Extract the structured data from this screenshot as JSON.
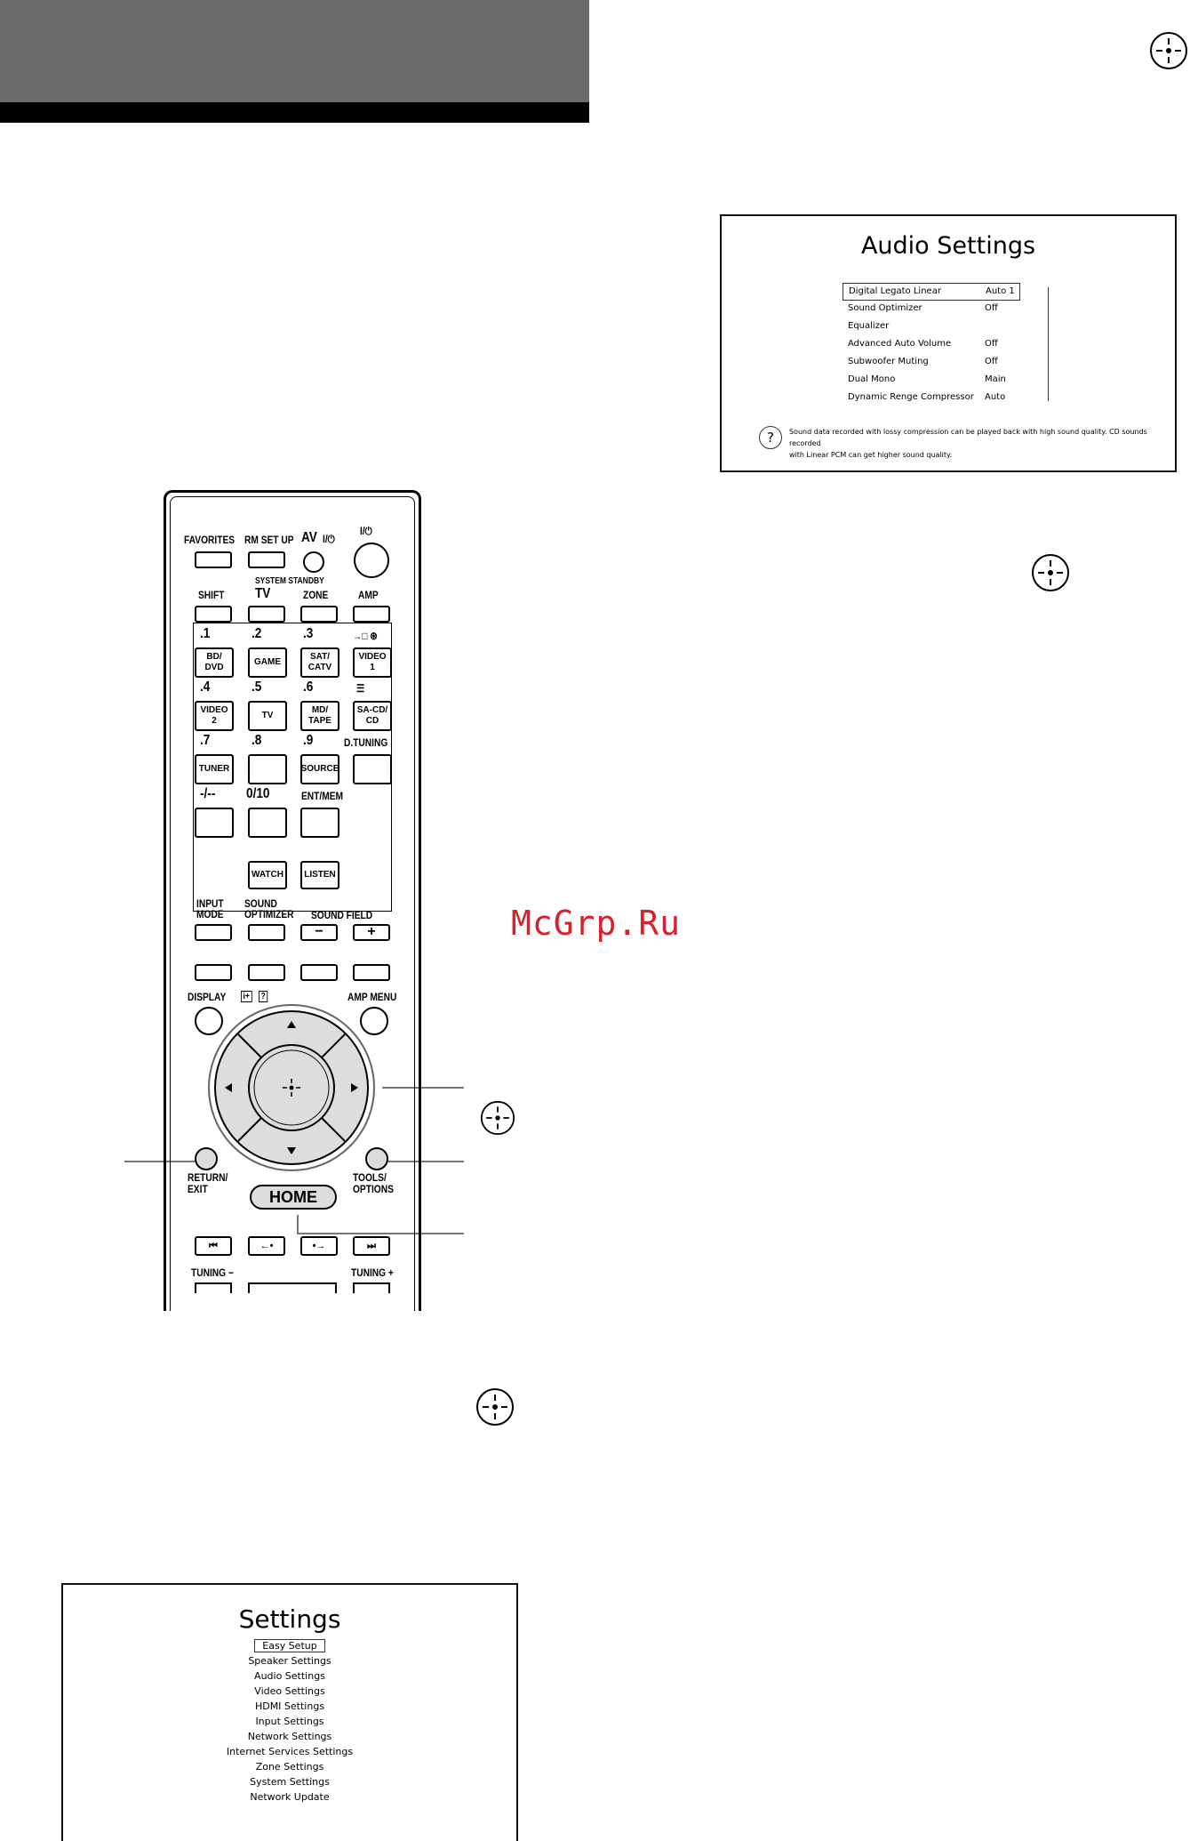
{
  "audio_settings": {
    "title": "Audio Settings",
    "items": [
      {
        "label": "Digital Legato Linear",
        "value": "Auto 1"
      },
      {
        "label": "Sound Optimizer",
        "value": "Off"
      },
      {
        "label": "Equalizer",
        "value": ""
      },
      {
        "label": "Advanced Auto Volume",
        "value": "Off"
      },
      {
        "label": "Subwoofer Muting",
        "value": "Off"
      },
      {
        "label": "Dual Mono",
        "value": "Main"
      },
      {
        "label": "Dynamic Renge Compressor",
        "value": "Auto"
      }
    ],
    "help_icon": "?",
    "help_line1": "Sound data recorded with lossy compression can be played back with high sound quality. CD sounds recorded",
    "help_line2": "with Linear PCM can get higher sound quality."
  },
  "settings_menu": {
    "title": "Settings",
    "items": [
      "Easy Setup",
      "Speaker Settings",
      "Audio Settings",
      "Video Settings",
      "HDMI Settings",
      "Input Settings",
      "Network Settings",
      "Internet Services Settings",
      "Zone Settings",
      "System Settings",
      "Network Update"
    ]
  },
  "watermark": "McGrp.Ru",
  "remote": {
    "favorites": "FAVORITES",
    "rm_set_up": "RM SET UP",
    "av": "AV",
    "av_power": "I/⏻",
    "power": "I/⏻",
    "system_standby": "SYSTEM STANDBY",
    "shift": "SHIFT",
    "tv": "TV",
    "zone": "ZONE",
    "amp": "AMP",
    "num1": ".1",
    "num2": ".2",
    "num3": ".3",
    "num4": ".4",
    "num5": ".5",
    "num6": ".6",
    "num7": ".7",
    "num8": ".8",
    "num9": ".9",
    "input_icons": "→□ ⊛",
    "guide_icon": "☰",
    "bd_dvd": "BD/\nDVD",
    "game": "GAME",
    "sat_catv": "SAT/\nCATV",
    "video1": "VIDEO\n1",
    "video2": "VIDEO\n2",
    "tv_btn": "TV",
    "md_tape": "MD/\nTAPE",
    "sa_cd": "SA-CD/\nCD",
    "tuner": "TUNER",
    "source": "SOURCE",
    "d_tuning": "D.TUNING",
    "dash": "-/--",
    "zero10": "0/10",
    "ent_mem": "ENT/MEM",
    "watch": "WATCH",
    "listen": "LISTEN",
    "input_mode": "INPUT\nMODE",
    "sound_optimizer": "SOUND\nOPTIMIZER",
    "sound_field": "SOUND FIELD",
    "minus": "−",
    "plus": "+",
    "display": "DISPLAY",
    "info_icon": "i+",
    "help_icon": "?",
    "amp_menu": "AMP MENU",
    "return_exit": "RETURN/\nEXIT",
    "tools_options": "TOOLS/\nOPTIONS",
    "home": "HOME",
    "prev": "⏮",
    "rewind_step": "←•",
    "forward_step": "•→",
    "next": "⏭",
    "tuning_minus": "TUNING −",
    "tuning_plus": "TUNING +"
  }
}
